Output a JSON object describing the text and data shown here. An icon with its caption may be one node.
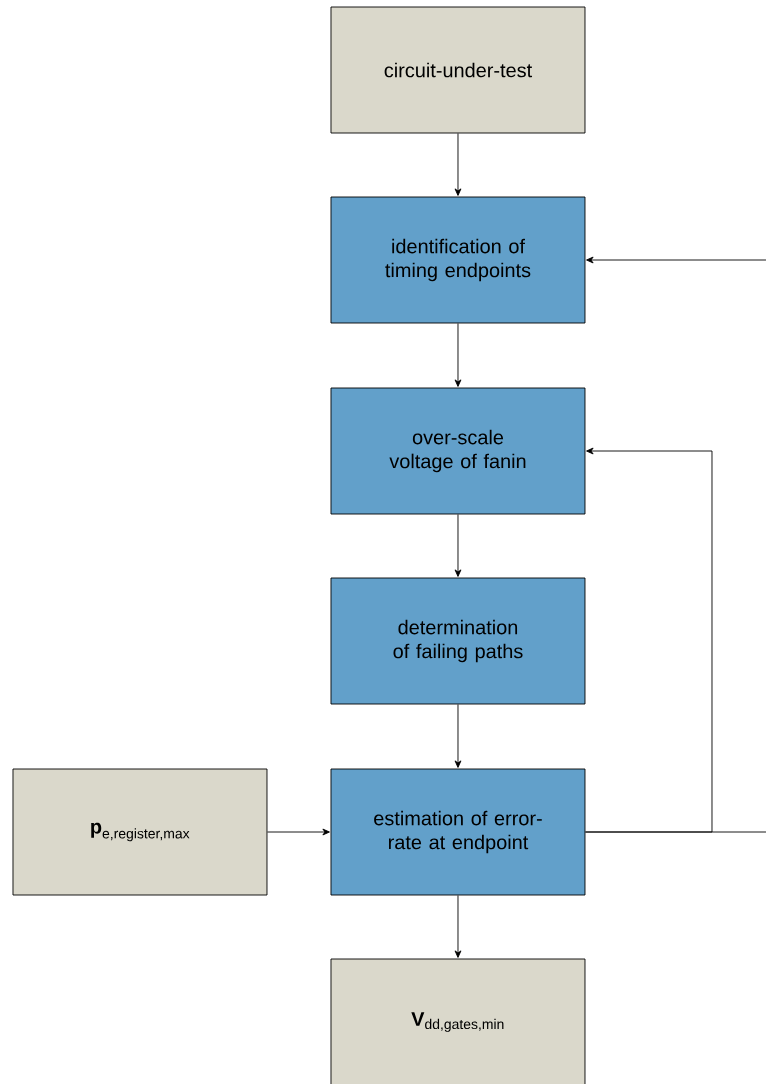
{
  "diagram": {
    "nodes": [
      {
        "text": [
          "circuit-under-test"
        ]
      },
      {
        "text": [
          "identification of timing endpoints"
        ]
      },
      {
        "text": [
          "over-scale voltage of fanin"
        ]
      },
      {
        "text": [
          "determination of failing paths"
        ]
      },
      {
        "text": [
          "\\text{\\textbf{p}}_{\\text{e,register,max}}"
        ]
      },
      {
        "text": [
          "estimation of error-rate at endpoint"
        ]
      },
      {
        "text": [
          "\\text{\\textbf{V}}_{\\text{dd,gates,min}}"
        ]
      }
    ],
    "edges": [
      {
        "from": 0,
        "to": 1,
        "arrow": "to"
      },
      {
        "from": 1,
        "to": 2,
        "arrow": "to"
      },
      {
        "from": 2,
        "to": 3,
        "arrow": "to"
      },
      {
        "from": 3,
        "to": 5,
        "arrow": "to"
      },
      {
        "from": 4,
        "to": 5,
        "arrow": "to"
      },
      {
        "from": 5,
        "to": 6,
        "arrow": "to"
      },
      {
        "from": 5,
        "to": 2,
        "arrow": "to"
      },
      {
        "from": 5,
        "to": null,
        "arrow": "none"
      },
      {
        "from": null,
        "to": 1,
        "arrow": "to"
      }
    ]
  }
}
